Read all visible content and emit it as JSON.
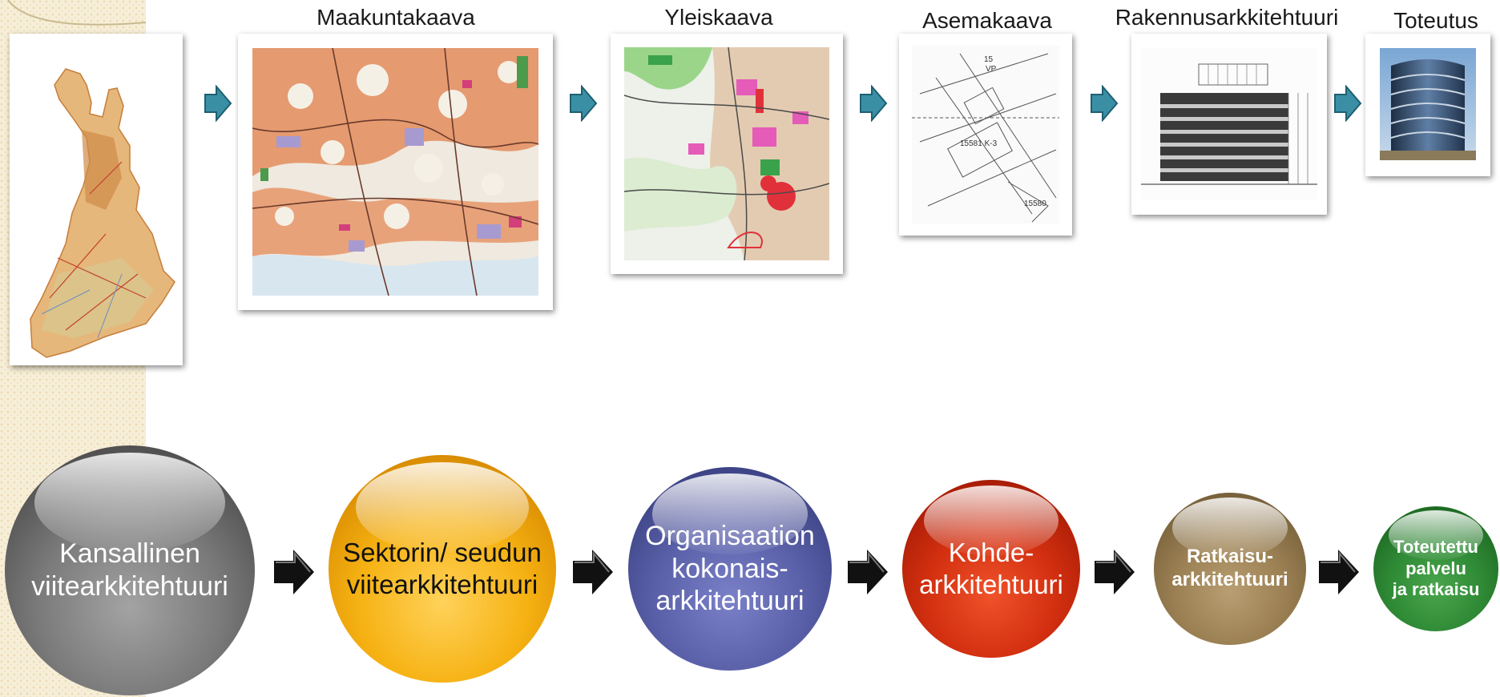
{
  "top_row": {
    "steps": [
      {
        "title": "",
        "image": "finland-map"
      },
      {
        "title": "Maakuntakaava",
        "image": "regional-plan-map"
      },
      {
        "title": "Yleiskaava",
        "image": "master-plan-map"
      },
      {
        "title": "Asemakaava",
        "image": "detailed-plan-drawing"
      },
      {
        "title": "Rakennusarkkitehtuuri",
        "image": "building-facade-drawing"
      },
      {
        "title": "Toteutus",
        "image": "glass-building-photo"
      }
    ],
    "arrow_color": "#3a8fa5"
  },
  "bottom_row": {
    "steps": [
      {
        "label": "Kansallinen viitearkkitehtuuri",
        "color": "#7a7a7a"
      },
      {
        "label": "Sektorin/ seudun viitearkkitehtuuri",
        "color": "#f6b213"
      },
      {
        "label": "Organisaation kokonais-arkkitehtuuri",
        "color": "#5a60a8"
      },
      {
        "label": "Kohde-arkkitehtuuri",
        "color": "#d22f10"
      },
      {
        "label": "Ratkaisu-arkkitehtuuri",
        "color": "#9a7f52"
      },
      {
        "label": "Toteutettu palvelu ja ratkaisu",
        "color": "#2f8a35"
      }
    ],
    "arrow_color": "#111111"
  },
  "lines": {
    "s1a": "Kansallinen",
    "s1b": "viitearkkitehtuuri",
    "s2a": "Sektorin/ seudun",
    "s2b": "viitearkkitehtuuri",
    "s3a": "Organisaation",
    "s3b": "kokonais-",
    "s3c": "arkkitehtuuri",
    "s4a": "Kohde-",
    "s4b": "arkkitehtuuri",
    "s5a": "Ratkaisu-",
    "s5b": "arkkitehtuuri",
    "s6a": "Toteutettu",
    "s6b": "palvelu",
    "s6c": "ja ratkaisu"
  }
}
